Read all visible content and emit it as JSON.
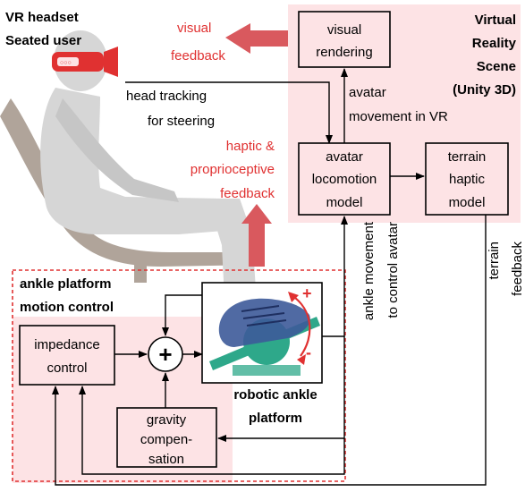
{
  "user_label": {
    "line1": "VR headset",
    "line2": "Seated user"
  },
  "vr_scene": {
    "line1": "Virtual",
    "line2": "Reality",
    "line3": "Scene",
    "line4": "(Unity 3D)"
  },
  "visual_feedback": {
    "line1": "visual",
    "line2": "feedback"
  },
  "visual_rendering": {
    "line1": "visual",
    "line2": "rendering"
  },
  "avatar_movement": {
    "line1": "avatar",
    "line2": "movement in VR"
  },
  "head_tracking": {
    "line1": "head tracking",
    "line2": "for steering"
  },
  "haptic_feedback": {
    "line1": "haptic &",
    "line2": "proprioceptive",
    "line3": "feedback"
  },
  "avatar_locomotion": {
    "line1": "avatar",
    "line2": "locomotion",
    "line3": "model"
  },
  "terrain_haptic": {
    "line1": "terrain",
    "line2": "haptic",
    "line3": "model"
  },
  "ankle_control": {
    "line1": "ankle platform",
    "line2": "motion control"
  },
  "impedance": {
    "line1": "impedance",
    "line2": "control"
  },
  "sum_symbol": "+",
  "robotic_platform": {
    "line1": "robotic ankle",
    "line2": "platform"
  },
  "rotation_plus": "+",
  "rotation_minus": "-",
  "gravity": {
    "line1": "gravity",
    "line2": "compen-",
    "line3": "sation"
  },
  "ankle_movement": {
    "line1": "ankle movement",
    "line2": "to control avatar"
  },
  "terrain_feedback": {
    "line1": "terrain",
    "line2": "feedback"
  },
  "colors": {
    "pink_region": "#fde3e5",
    "red_text": "#e03131",
    "feedback_arrow": "#d9595e",
    "platform_blue": "#3d5a99",
    "platform_teal": "#2ea88a"
  }
}
